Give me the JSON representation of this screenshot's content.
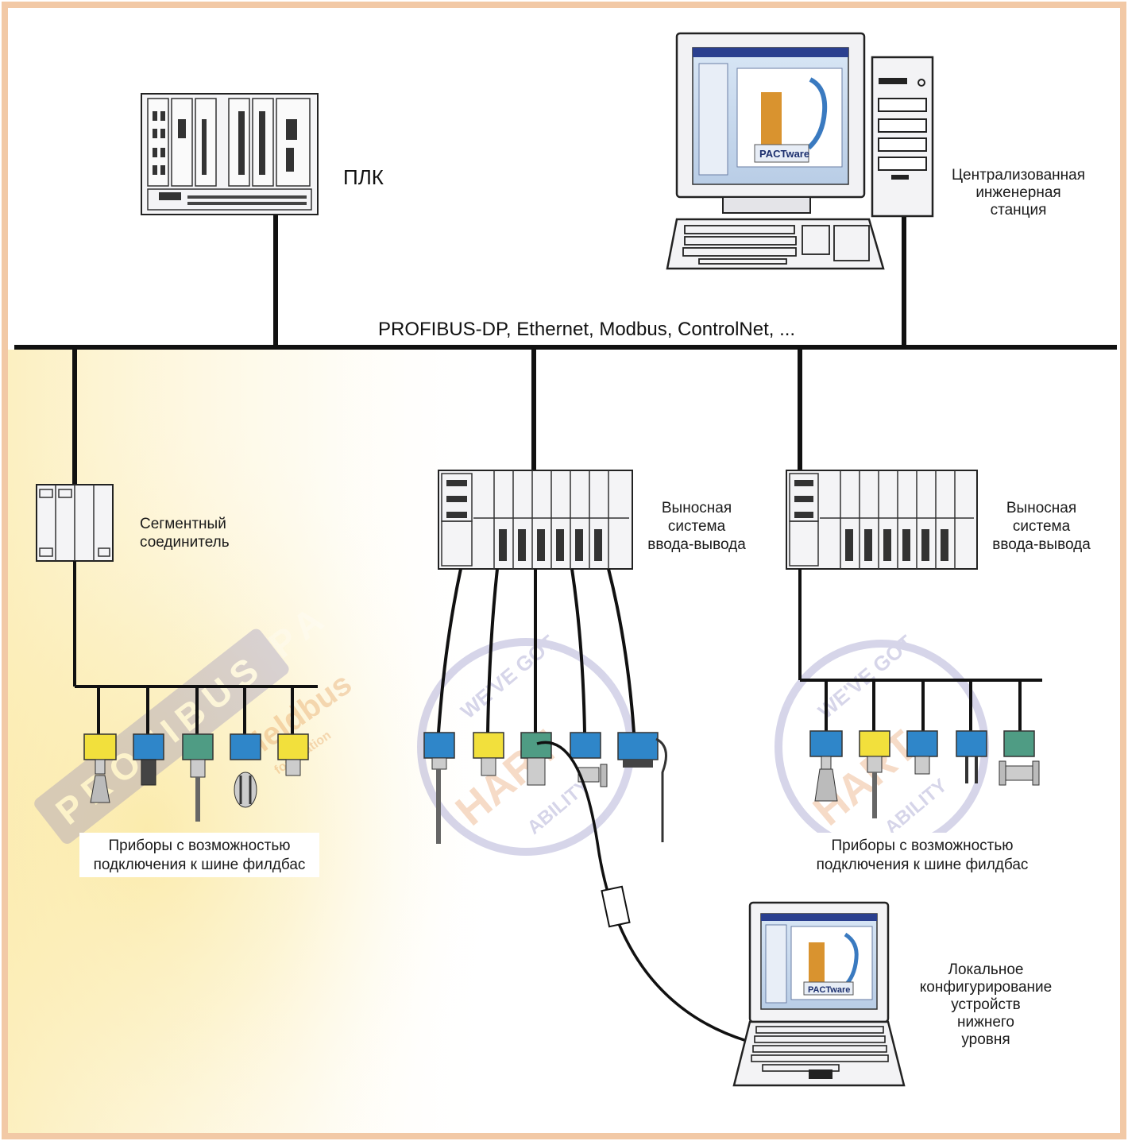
{
  "bus": {
    "label": "PROFIBUS-DP, Ethernet, Modbus, ControlNet, ..."
  },
  "plc": {
    "label": "ПЛК"
  },
  "engineering_station": {
    "label_lines": [
      "Централизованная",
      "инженерная",
      "станция"
    ],
    "screen_logo": "PACTware"
  },
  "segment_coupler": {
    "label_lines": [
      "Сегментный",
      "соединитель"
    ]
  },
  "remote_io_1": {
    "label_lines": [
      "Выносная",
      "система",
      "ввода-вывода"
    ]
  },
  "remote_io_2": {
    "label_lines": [
      "Выносная",
      "система",
      "ввода-вывода"
    ]
  },
  "fieldbus_devices_left": {
    "label_lines": [
      "Приборы с возможностью",
      "подключения к шине филдбас"
    ]
  },
  "fieldbus_devices_right": {
    "label_lines": [
      "Приборы с возможностью",
      "подключения к шине филдбас"
    ]
  },
  "laptop": {
    "label_lines": [
      "Локальное",
      "конфигурирование",
      "устройств",
      "нижнего",
      "уровня"
    ],
    "screen_logo": "PACTware"
  },
  "watermarks": {
    "profibus_letters": "PROFIBUS PA",
    "fieldbus": "fieldbus",
    "fieldbus_sub": "foundation",
    "hart_top": "WE'VE GOT",
    "hart_mid": "HART",
    "hart_bottom": "ABILITY"
  },
  "colors": {
    "frame": "#f2c9a6",
    "line": "#111111",
    "device_yellow": "#f2e03c",
    "device_blue": "#2f86c9",
    "device_green": "#4f9c84",
    "background_glow": "#fbe9a6"
  }
}
